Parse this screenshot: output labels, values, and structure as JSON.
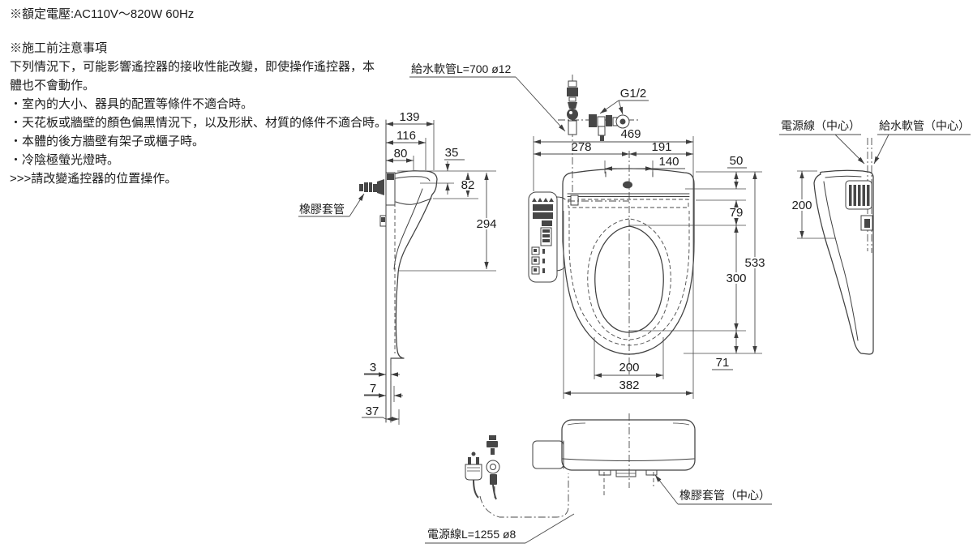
{
  "notes": {
    "rated_voltage": "※額定電壓:AC110V～820W 60Hz",
    "heading": "※施工前注意事項",
    "paragraph": "下列情況下，可能影響遙控器的接收性能改變，即使操作遙控器，本體也不會動作。",
    "bullets": [
      "・室內的大小、器具的配置等條件不適合時。",
      "・天花板或牆壁的顏色偏黑情況下，以及形狀、材質的條件不適合時。",
      "・本體的後方牆壁有架子或櫃子時。",
      "・冷陰極螢光燈時。"
    ],
    "advice": ">>>請改變遙控器的位置操作。"
  },
  "labels": {
    "supply_hose": "給水軟管L=700 ø12",
    "thread_size": "G1/2",
    "rubber_sleeve": "橡膠套管",
    "power_cord_center": "電源線（中心）",
    "supply_hose_center": "給水軟管（中心）",
    "rubber_sleeve_center": "橡膠套管（中心）",
    "power_cord": "電源線L=1255 ø8"
  },
  "dimensions": {
    "side_left": {
      "d139": "139",
      "d116": "116",
      "d80": "80",
      "d35": "35",
      "d82": "82",
      "d294": "294",
      "d3": "3",
      "d7": "7",
      "d37": "37"
    },
    "plan": {
      "d469": "469",
      "d278": "278",
      "d191": "191",
      "d140": "140",
      "d50": "50",
      "d79": "79",
      "d300": "300",
      "d533": "533",
      "d200": "200",
      "d71": "71",
      "d382": "382"
    },
    "side_right": {
      "d200": "200"
    }
  },
  "colors": {
    "line": "#404040",
    "dimension": "#4a4a4a",
    "text": "#1a1a1a",
    "background": "#ffffff"
  }
}
